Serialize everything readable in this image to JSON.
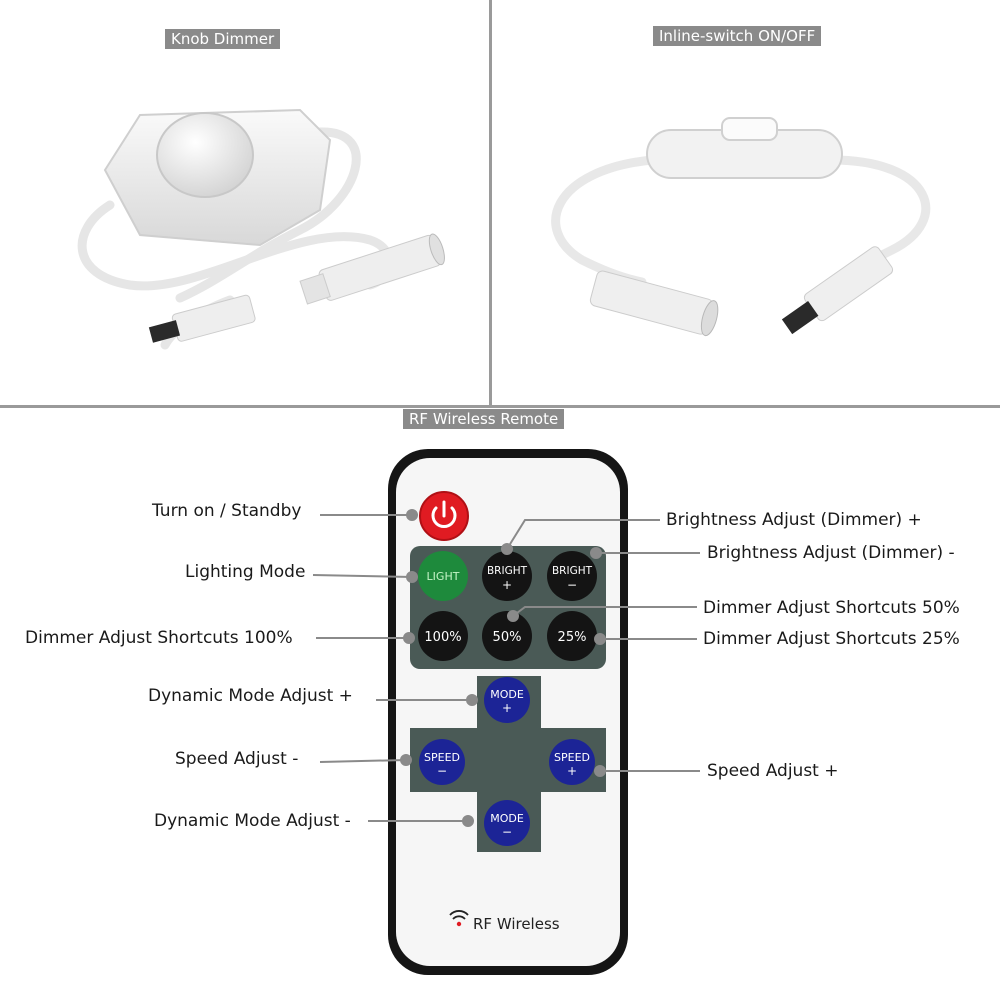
{
  "panels": {
    "knob": {
      "tag": "Knob Dimmer"
    },
    "inline": {
      "tag": "Inline-switch ON/OFF"
    },
    "remote": {
      "tag": "RF Wireless Remote"
    }
  },
  "remote": {
    "buttons": {
      "light": "LIGHT",
      "bright_plus": [
        "BRIGHT",
        "+"
      ],
      "bright_minus": [
        "BRIGHT",
        "−"
      ],
      "pct100": "100%",
      "pct50": "50%",
      "pct25": "25%",
      "mode_plus": [
        "MODE",
        "+"
      ],
      "speed_minus": [
        "SPEED",
        "−"
      ],
      "speed_plus": [
        "SPEED",
        "+"
      ],
      "mode_minus": [
        "MODE",
        "−"
      ]
    },
    "brand": "RF Wireless",
    "colors": {
      "power": "#e01b22",
      "light": "#1e8a3c",
      "dark": "#141414",
      "blue": "#1c2496",
      "panel": "#4a5a56"
    }
  },
  "callouts": {
    "turn_on_standby": "Turn on / Standby",
    "lighting_mode": "Lighting Mode",
    "dimmer_100": "Dimmer Adjust Shortcuts 100%",
    "dynamic_mode_plus": "Dynamic Mode Adjust +",
    "speed_minus": "Speed Adjust -",
    "dynamic_mode_minus": "Dynamic Mode Adjust -",
    "brightness_plus": "Brightness Adjust (Dimmer) +",
    "brightness_minus": "Brightness Adjust (Dimmer) -",
    "dimmer_50": "Dimmer Adjust Shortcuts 50%",
    "dimmer_25": "Dimmer Adjust Shortcuts 25%",
    "speed_plus": "Speed Adjust +"
  }
}
